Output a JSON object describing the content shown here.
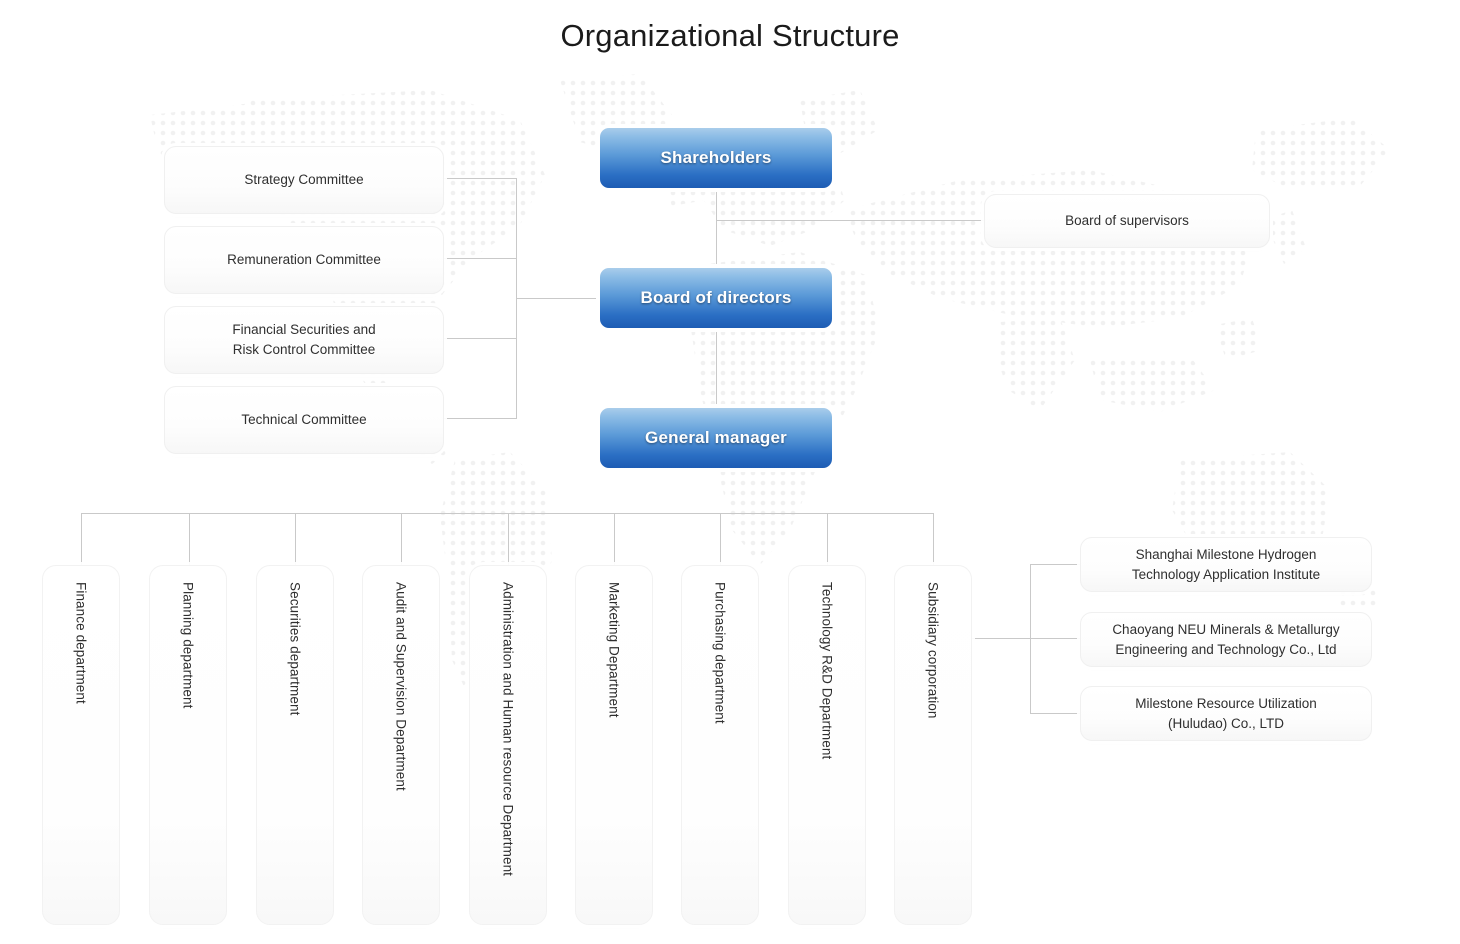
{
  "title": "Organizational Structure",
  "colors": {
    "node_blue_top": "#a9cdeb",
    "node_blue_bottom": "#1d5cb4",
    "node_blue_text": "#ffffff",
    "node_white_bg": "#ffffff",
    "node_white_text": "#2f2f2f",
    "connector": "#c9c9c9",
    "background": "#ffffff",
    "worldmap_dot": "#f0f0f0",
    "title_text": "#1b1b1b"
  },
  "chart_data": {
    "type": "diagram",
    "subtype": "organizational-chart",
    "title": "Organizational Structure",
    "nodes": [
      {
        "id": "shareholders",
        "label": "Shareholders",
        "style": "blue",
        "level": 0
      },
      {
        "id": "board_of_directors",
        "label": "Board of directors",
        "style": "blue",
        "level": 1
      },
      {
        "id": "general_manager",
        "label": "General manager",
        "style": "blue",
        "level": 2
      },
      {
        "id": "board_of_supervisors",
        "label": "Board of supervisors",
        "style": "white",
        "level": 1
      },
      {
        "id": "strategy_committee",
        "label": "Strategy Committee",
        "style": "white",
        "level": 1
      },
      {
        "id": "remuneration_committee",
        "label": "Remuneration Committee",
        "style": "white",
        "level": 1
      },
      {
        "id": "financial_securities_committee",
        "label": "Financial Securities and Risk Control Committee",
        "style": "white",
        "level": 1
      },
      {
        "id": "technical_committee",
        "label": "Technical Committee",
        "style": "white",
        "level": 1
      },
      {
        "id": "finance_department",
        "label": "Finance department",
        "style": "vertical",
        "level": 3
      },
      {
        "id": "planning_department",
        "label": "Planning department",
        "style": "vertical",
        "level": 3
      },
      {
        "id": "securities_department",
        "label": "Securities department",
        "style": "vertical",
        "level": 3
      },
      {
        "id": "audit_supervision_department",
        "label": "Audit and Supervision Department",
        "style": "vertical",
        "level": 3
      },
      {
        "id": "administration_hr_department",
        "label": "Administration and Human resource Department",
        "style": "vertical",
        "level": 3
      },
      {
        "id": "marketing_department",
        "label": "Marketing Department",
        "style": "vertical",
        "level": 3
      },
      {
        "id": "purchasing_department",
        "label": "Purchasing department",
        "style": "vertical",
        "level": 3
      },
      {
        "id": "technology_rd_department",
        "label": "Technology R&D Department",
        "style": "vertical",
        "level": 3
      },
      {
        "id": "subsidiary_corporation",
        "label": "Subsidiary corporation",
        "style": "vertical",
        "level": 3
      },
      {
        "id": "shanghai_milestone",
        "label": "Shanghai Milestone Hydrogen Technology Application Institute",
        "style": "white",
        "level": 4
      },
      {
        "id": "chaoyang_neu",
        "label": "Chaoyang NEU Minerals & Metallurgy Engineering and Technology Co., Ltd",
        "style": "white",
        "level": 4
      },
      {
        "id": "milestone_huludao",
        "label": "Milestone Resource Utilization (Huludao) Co., LTD",
        "style": "white",
        "level": 4
      }
    ],
    "edges": [
      {
        "from": "shareholders",
        "to": "board_of_directors"
      },
      {
        "from": "shareholders",
        "to": "board_of_supervisors"
      },
      {
        "from": "board_of_directors",
        "to": "general_manager"
      },
      {
        "from": "board_of_directors",
        "to": "strategy_committee"
      },
      {
        "from": "board_of_directors",
        "to": "remuneration_committee"
      },
      {
        "from": "board_of_directors",
        "to": "financial_securities_committee"
      },
      {
        "from": "board_of_directors",
        "to": "technical_committee"
      },
      {
        "from": "general_manager",
        "to": "finance_department"
      },
      {
        "from": "general_manager",
        "to": "planning_department"
      },
      {
        "from": "general_manager",
        "to": "securities_department"
      },
      {
        "from": "general_manager",
        "to": "audit_supervision_department"
      },
      {
        "from": "general_manager",
        "to": "administration_hr_department"
      },
      {
        "from": "general_manager",
        "to": "marketing_department"
      },
      {
        "from": "general_manager",
        "to": "purchasing_department"
      },
      {
        "from": "general_manager",
        "to": "technology_rd_department"
      },
      {
        "from": "general_manager",
        "to": "subsidiary_corporation"
      },
      {
        "from": "subsidiary_corporation",
        "to": "shanghai_milestone"
      },
      {
        "from": "subsidiary_corporation",
        "to": "chaoyang_neu"
      },
      {
        "from": "subsidiary_corporation",
        "to": "milestone_huludao"
      }
    ]
  },
  "top_nodes": {
    "shareholders": "Shareholders",
    "board_of_directors": "Board of directors",
    "general_manager": "General manager",
    "board_of_supervisors": "Board of supervisors"
  },
  "committees": [
    {
      "label": "Strategy Committee"
    },
    {
      "label": "Remuneration Committee"
    },
    {
      "label_line1": "Financial Securities and",
      "label_line2": "Risk Control Committee"
    },
    {
      "label": "Technical Committee"
    }
  ],
  "departments": [
    {
      "label": "Finance department"
    },
    {
      "label": "Planning department"
    },
    {
      "label": "Securities department"
    },
    {
      "label": "Audit and Supervision Department"
    },
    {
      "label": "Administration and Human resource Department"
    },
    {
      "label": "Marketing Department"
    },
    {
      "label": "Purchasing department"
    },
    {
      "label": "Technology R&D Department"
    },
    {
      "label": "Subsidiary corporation"
    }
  ],
  "subsidiaries": [
    {
      "line1": "Shanghai Milestone Hydrogen",
      "line2": "Technology Application Institute"
    },
    {
      "line1": "Chaoyang NEU Minerals & Metallurgy",
      "line2": "Engineering and Technology Co., Ltd"
    },
    {
      "line1": "Milestone Resource Utilization",
      "line2": "(Huludao) Co., LTD"
    }
  ]
}
